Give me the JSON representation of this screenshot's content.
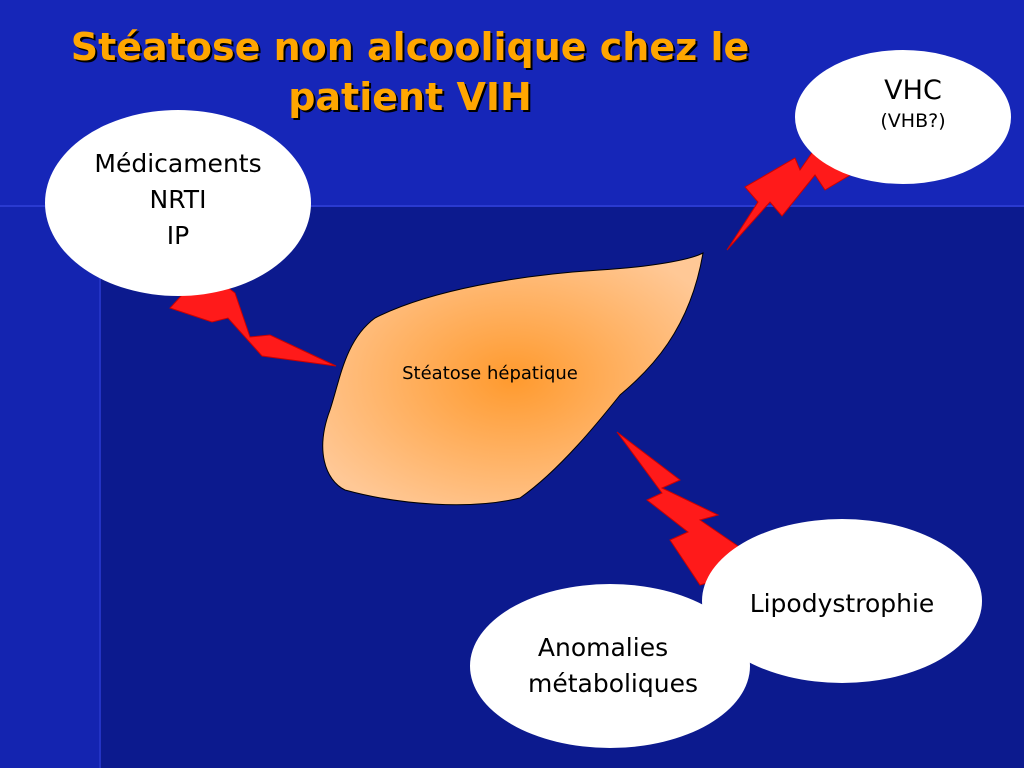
{
  "title": {
    "line1": "Stéatose non alcoolique chez le",
    "line2": "patient VIH"
  },
  "nodes": {
    "medicaments": {
      "line1": "Médicaments",
      "line2": "NRTI",
      "line3": "IP"
    },
    "vhc": {
      "line1": "VHC",
      "line2": "(VHB?)"
    },
    "liver": {
      "label": "Stéatose hépatique"
    },
    "lipodystrophie": {
      "line1": "Lipodystrophie"
    },
    "anomalies": {
      "line1": "Anomalies",
      "line2": "métaboliques"
    }
  },
  "colors": {
    "title": "#ffa600",
    "background": "#0c1a8e",
    "bolt": "#ff1a1a",
    "liver_center": "#ff9a2e",
    "liver_edge": "#ffc896"
  }
}
